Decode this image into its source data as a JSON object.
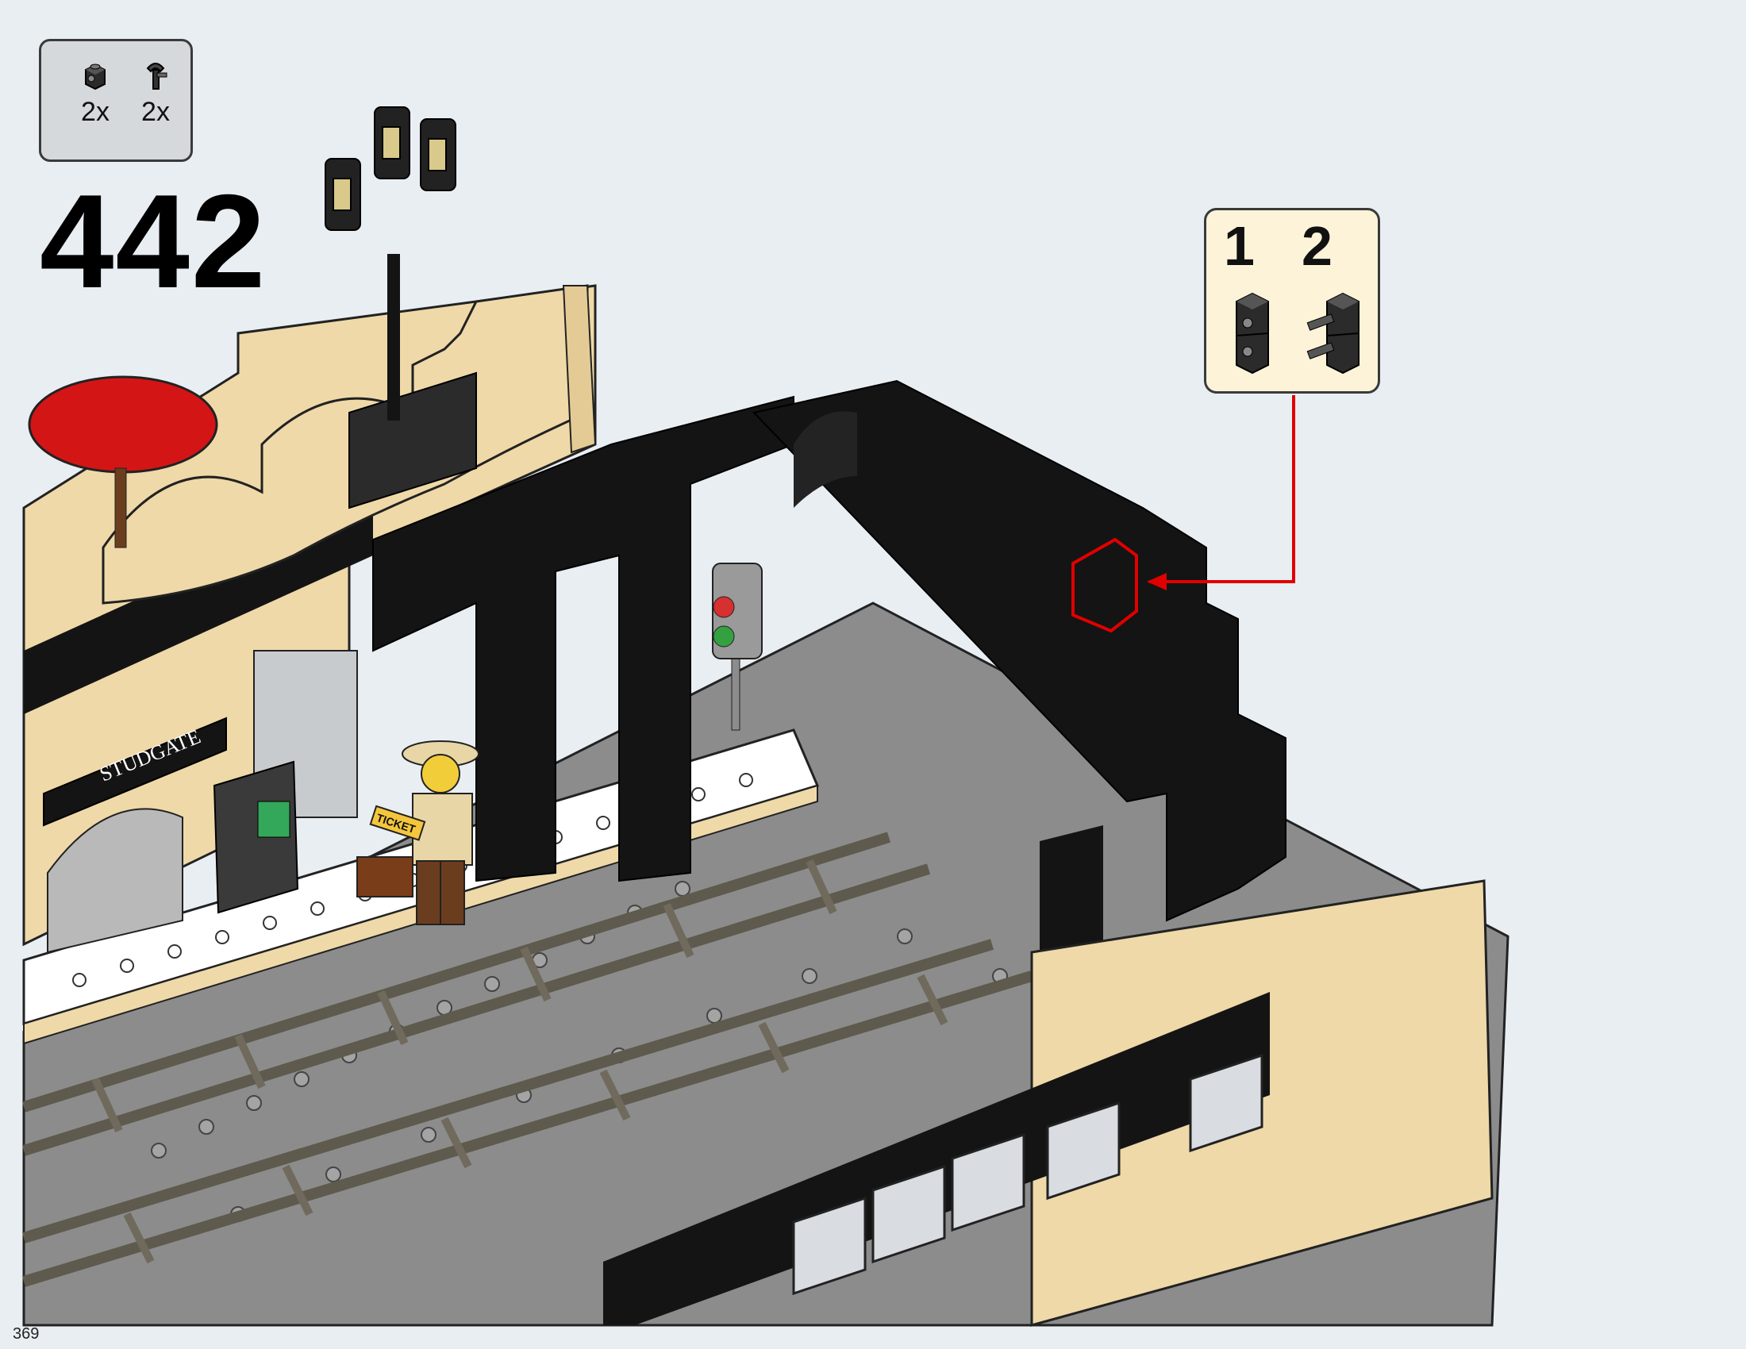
{
  "parts_list": [
    {
      "quantity": "2x",
      "icon": "clip-brick-icon"
    },
    {
      "quantity": "2x",
      "icon": "bar-clip-icon"
    }
  ],
  "step": {
    "number": "442"
  },
  "sub_steps": [
    {
      "number": "1",
      "icon": "brick-stack-icon"
    },
    {
      "number": "2",
      "icon": "brick-with-clips-icon"
    }
  ],
  "scene": {
    "sign_text": "STUDGATE",
    "ticket_text": "TICKET"
  },
  "colors": {
    "background": "#e9eef3",
    "black_bricks": "#141414",
    "tan_bricks": "#efd9a8",
    "callout_red": "#e00000",
    "umbrella_red": "#d41515",
    "baseplate_gray": "#8c8c8c"
  },
  "page": {
    "number": "369"
  }
}
